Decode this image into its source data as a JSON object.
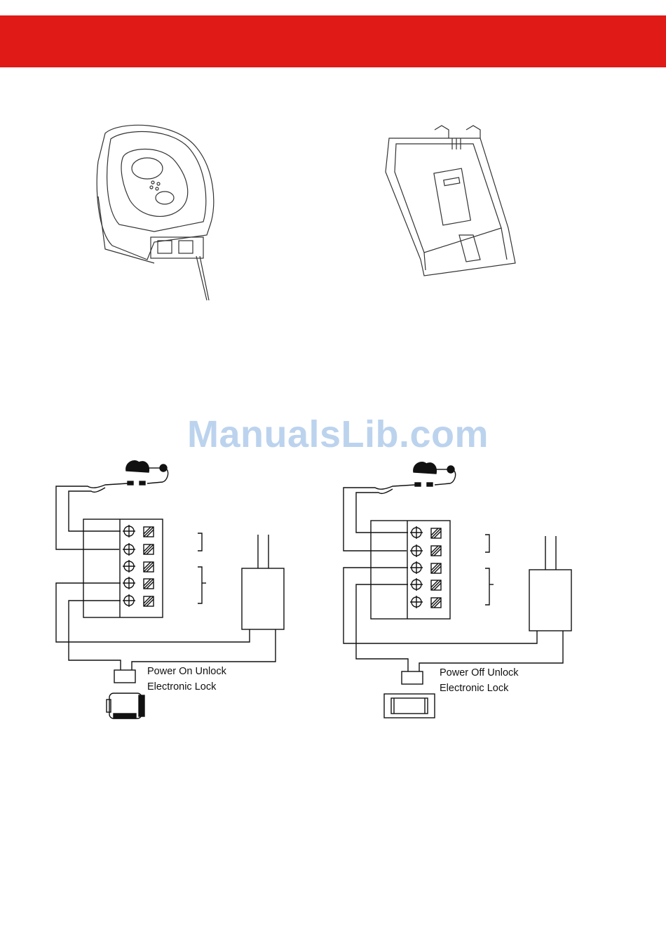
{
  "header": {
    "color": "#df1a17"
  },
  "watermark": {
    "text": "ManualsLib.com"
  },
  "diagrams": [
    {
      "line1": "Power On Unlock",
      "line2": "Electronic Lock"
    },
    {
      "line1": "Power Off Unlock",
      "line2": "Electronic Lock"
    }
  ]
}
